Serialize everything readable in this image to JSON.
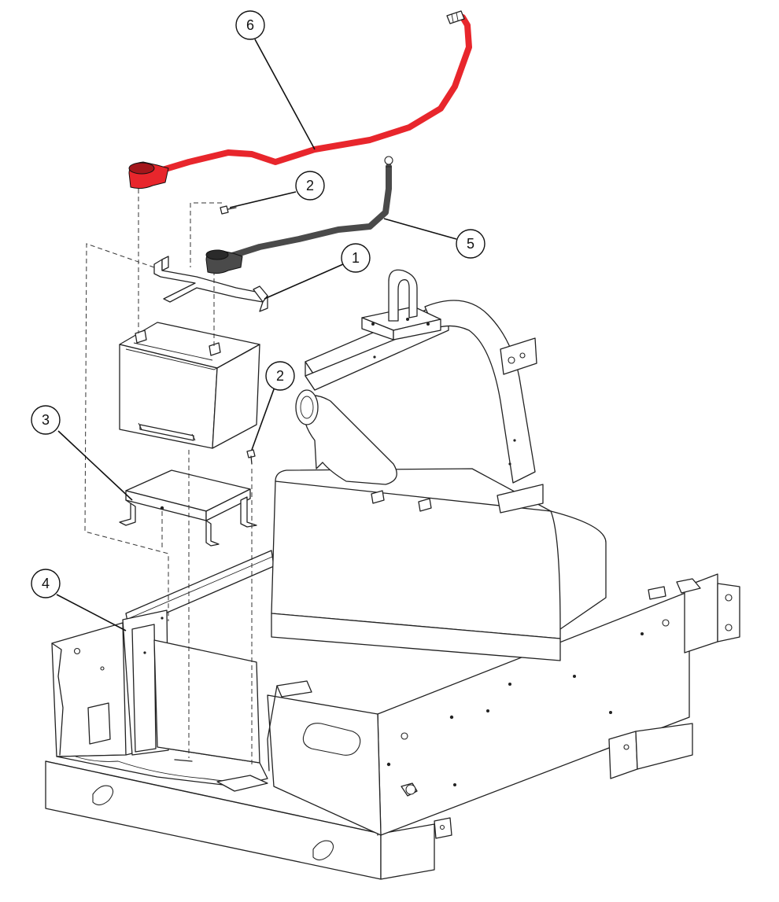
{
  "callouts": [
    {
      "id": "1",
      "label": "1",
      "part": "battery-hold-down"
    },
    {
      "id": "2a",
      "label": "2",
      "part": "hold-down-bolt"
    },
    {
      "id": "2b",
      "label": "2",
      "part": "tray-bolt"
    },
    {
      "id": "3",
      "label": "3",
      "part": "battery-tray"
    },
    {
      "id": "4",
      "label": "4",
      "part": "battery-bracket"
    },
    {
      "id": "5",
      "label": "5",
      "part": "negative-cable"
    },
    {
      "id": "6",
      "label": "6",
      "part": "positive-cable"
    }
  ],
  "colors": {
    "positive_cable": "#e8262c",
    "positive_cable_dark": "#a3161b",
    "negative_cable": "#4a4a4a",
    "negative_cable_dark": "#2a2a2a",
    "line": "#222222",
    "background": "#ffffff"
  }
}
